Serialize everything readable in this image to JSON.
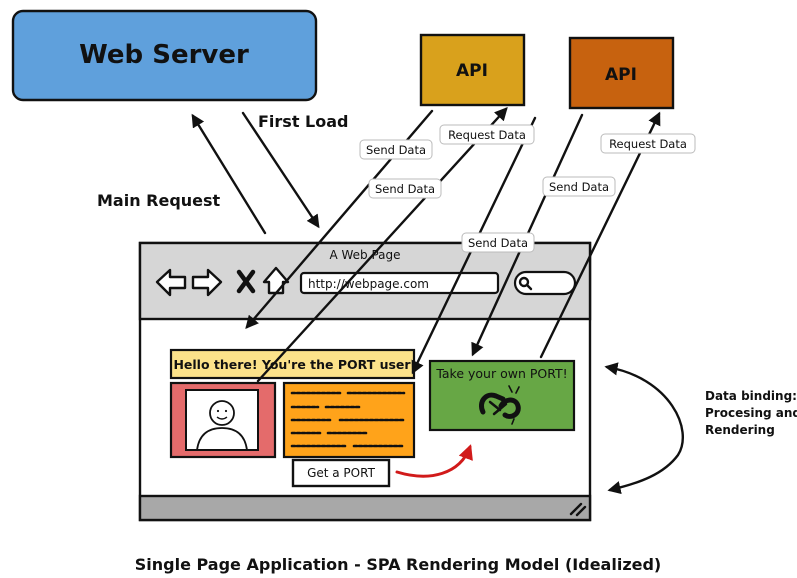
{
  "server": {
    "label": "Web Server"
  },
  "apis": [
    {
      "label": "API"
    },
    {
      "label": "API"
    }
  ],
  "arrows": {
    "first_load": "First Load",
    "main_request": "Main Request"
  },
  "flows": {
    "send_data_1": "Send Data",
    "send_data_2": "Send Data",
    "send_data_3": "Send Data",
    "send_data_4": "Send Data",
    "request_data_1": "Request Data",
    "request_data_2": "Request Data"
  },
  "browser": {
    "title": "A Web Page",
    "url": "http://webpage.com",
    "greeting": "Hello there! You're the PORT user",
    "promo": "Take your own PORT!",
    "button": "Get a PORT"
  },
  "side_note": {
    "lines": [
      "Data binding:",
      "Procesing and",
      "Rendering"
    ]
  },
  "caption": "Single Page Application - SPA Rendering Model (Idealized)",
  "colors": {
    "server_fill": "#5fa0dc",
    "api1_fill": "#d9a11c",
    "api2_fill": "#c7620f",
    "greeting_fill": "#fce28a",
    "card_fill": "#ffa31a",
    "profile_fill": "#e46b6b",
    "promo_fill": "#67a745",
    "chrome_fill": "#d6d6d6",
    "footer_fill": "#a8a8a8",
    "red_arrow": "#d11a1a"
  }
}
